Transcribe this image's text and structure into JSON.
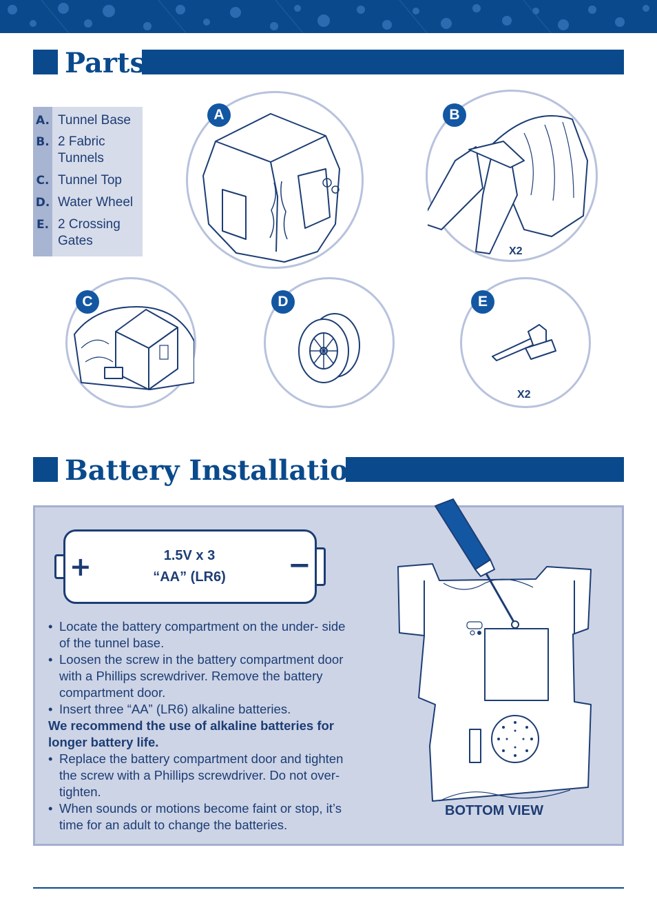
{
  "parts_section": {
    "title": "Parts",
    "items": [
      {
        "letter": "A.",
        "name": "Tunnel Base"
      },
      {
        "letter": "B.",
        "name": "2 Fabric Tunnels"
      },
      {
        "letter": "C.",
        "name": "Tunnel Top"
      },
      {
        "letter": "D.",
        "name": "Water Wheel"
      },
      {
        "letter": "E.",
        "name": "2 Crossing Gates"
      }
    ],
    "illustrations": [
      {
        "badge": "A",
        "qty": ""
      },
      {
        "badge": "B",
        "qty": "X2"
      },
      {
        "badge": "C",
        "qty": ""
      },
      {
        "badge": "D",
        "qty": ""
      },
      {
        "badge": "E",
        "qty": "X2"
      }
    ]
  },
  "battery_section": {
    "title": "Battery Installation",
    "battery_label_line1": "1.5V x 3",
    "battery_label_line2": "“AA” (LR6)",
    "plus_symbol": "+",
    "minus_symbol": "−",
    "steps": [
      "Locate the battery compartment on the under- side of the tunnel base.",
      "Loosen the screw in the battery compartment door with a Phillips screwdriver. Remove the battery compartment door.",
      "Insert three “AA” (LR6) alkaline batteries."
    ],
    "recommendation": "We recommend the use of alkaline batteries for longer battery life.",
    "steps_after": [
      "Replace the battery compartment door and tighten the screw with a Phillips screwdriver. Do not over-tighten.",
      "When sounds or motions become faint or stop, it’s time for an adult to change the batteries."
    ],
    "bottom_view_label": "BOTTOM VIEW"
  },
  "colors": {
    "brand_blue": "#0a4a8c",
    "panel_bg": "#cdd4e6",
    "list_bg": "#d7dcea",
    "list_letters_bg": "#a7b4d2",
    "text": "#1c3d74"
  }
}
